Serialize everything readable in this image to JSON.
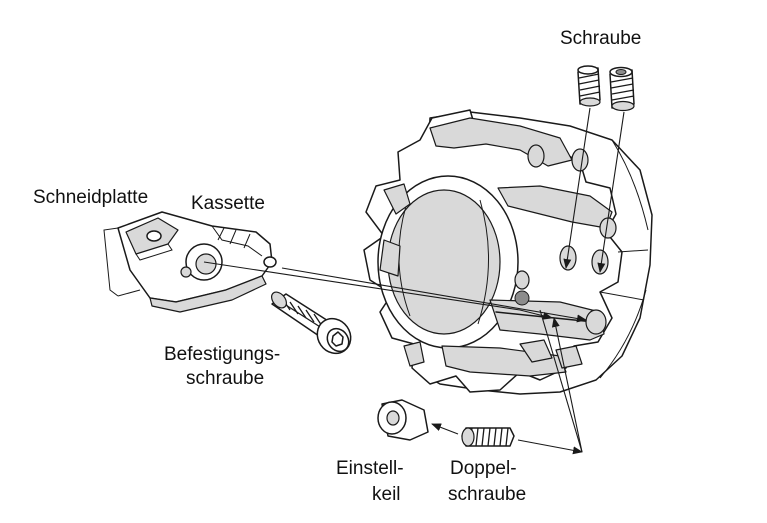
{
  "labels": {
    "schraube": "Schraube",
    "schneidplatte": "Schneidplatte",
    "kassette": "Kassette",
    "befestigungs_line1": "Befestigungs-",
    "befestigungs_line2": "schraube",
    "einstell_line1": "Einstell-",
    "einstell_line2": "keil",
    "doppel_line1": "Doppel-",
    "doppel_line2": "schraube"
  },
  "colors": {
    "line": "#1a1a1a",
    "shade": "#d9d9d9",
    "background": "#ffffff"
  },
  "icons": {
    "cutter_body": "milling-cutter-body",
    "insert": "indexable-insert",
    "cassette": "cassette",
    "screw": "screw",
    "wedge": "adjusting-wedge",
    "double_screw": "double-ended-screw"
  }
}
